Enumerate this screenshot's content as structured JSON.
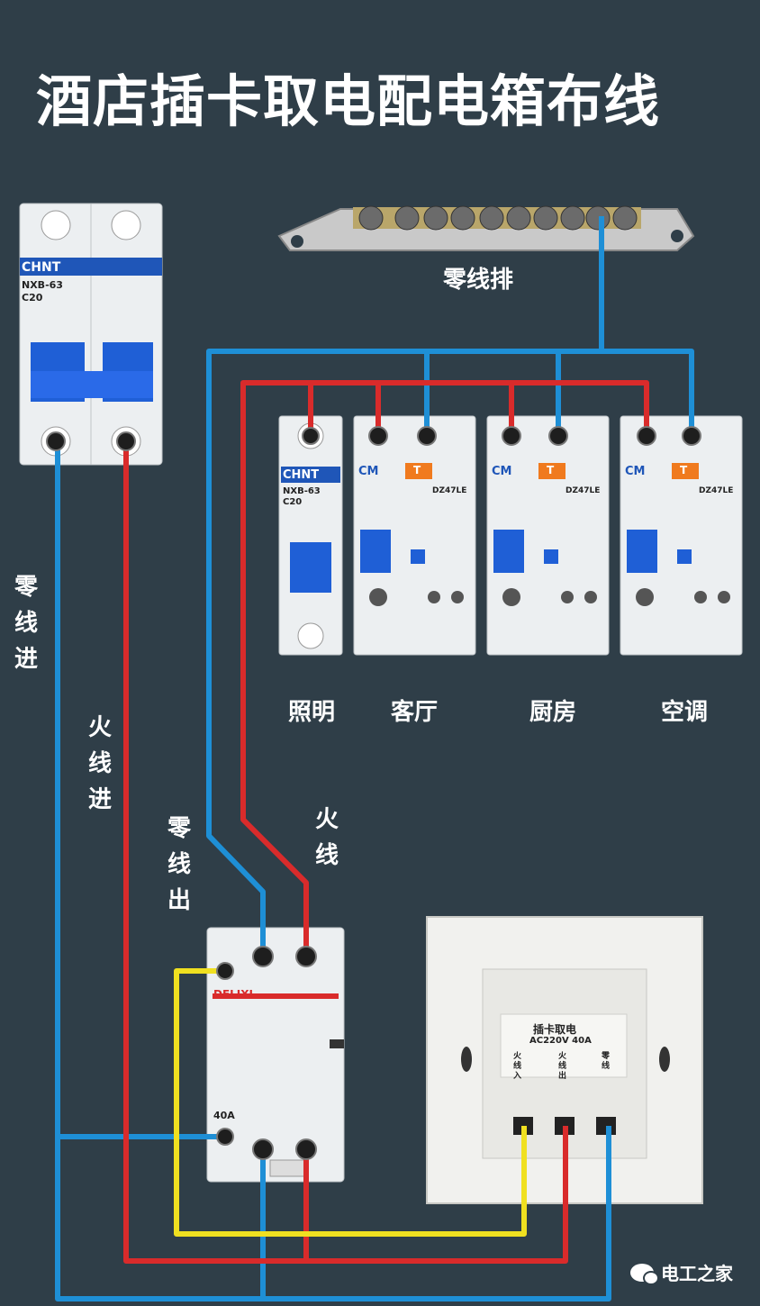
{
  "title": "酒店插卡取电配电箱布线",
  "labels": {
    "neutral_bar": "零线排",
    "neutral_in": "零线进",
    "live_in": "火线进",
    "neutral_out": "零线出",
    "live": "火线",
    "circuits": [
      "照明",
      "客厅",
      "厨房",
      "空调"
    ]
  },
  "devices": {
    "main_breaker": {
      "brand": "CHNT",
      "model": "NXB-63",
      "rating": "C20"
    },
    "lighting_breaker": {
      "brand": "CHNT",
      "model": "NXB-63",
      "rating": "C20"
    },
    "rcbo_brand": "CM",
    "rcbo_model": "DZ47LE",
    "rcbo_test": "T",
    "contactor": {
      "brand": "DELIXI",
      "rating": "40A"
    },
    "card_switch": {
      "title": "插卡取电",
      "spec": "AC220V 40A",
      "terminals": [
        "火线入",
        "火线出",
        "零线"
      ]
    }
  },
  "watermark": "电工之家",
  "colors": {
    "live": "#d92b2b",
    "neutral": "#1e8fd6",
    "control": "#f0e020",
    "background": "#2f3e48"
  }
}
